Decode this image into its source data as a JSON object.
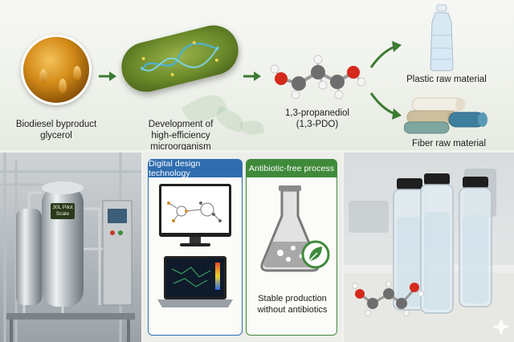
{
  "flow": {
    "step1_line1": "Biodiesel byproduct",
    "step1_line2": "glycerol",
    "step2_line1": "Development of",
    "step2_line2": "high-efficiency microorganism",
    "step3_line1": "1,3-propanediol",
    "step3_line2": "(1,3-PDO)",
    "output1": "Plastic raw material",
    "output2": "Fiber raw material"
  },
  "panels": {
    "reactor_label_line1": "30L Pilot",
    "reactor_label_line2": "Scale",
    "card1_title": "Digital design technology",
    "card2_title": "Antibiotic-free process",
    "card2_caption_line1": "Stable production",
    "card2_caption_line2": "without antibiotics"
  },
  "colors": {
    "arrow_green": "#3c7a32",
    "card1_blue": "#2f6db0",
    "card2_green": "#3f8a3a",
    "oxygen_red": "#d42a1c",
    "carbon_grey": "#7a7a7a"
  },
  "icons": [
    "glycerol-drop-image",
    "microorganism-image",
    "pdo-molecule",
    "plastic-bottle-image",
    "fiber-rolls-image",
    "bioreactor-image",
    "monitor-icon",
    "laptop-icon",
    "flask-icon",
    "leaf-icon",
    "vials-image"
  ]
}
